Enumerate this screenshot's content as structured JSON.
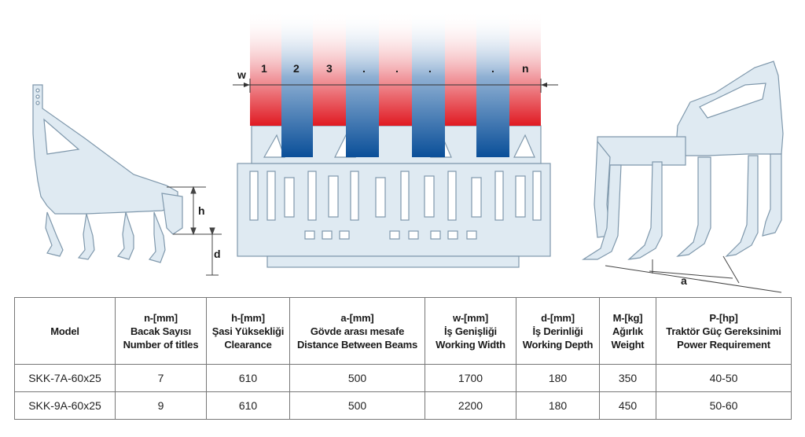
{
  "diagram": {
    "labels": {
      "w": "w",
      "h": "h",
      "d": "d",
      "a": "a",
      "row_numbers": [
        "1",
        "2",
        "3",
        ".",
        ".",
        ".",
        ".",
        "n"
      ]
    },
    "colors": {
      "frame_fill": "#dfeaf2",
      "frame_stroke": "#7f98ac",
      "red_accent": "#e01a22",
      "blue_accent": "#0a4f99"
    }
  },
  "table": {
    "columns": [
      {
        "lines": [
          "Model"
        ]
      },
      {
        "lines": [
          "n-[mm]",
          "Bacak Sayısı",
          "Number of titles"
        ]
      },
      {
        "lines": [
          "h-[mm]",
          "Şasi Yüksekliği",
          "Clearance"
        ]
      },
      {
        "lines": [
          "a-[mm]",
          "Gövde arası mesafe",
          "Distance Between Beams"
        ]
      },
      {
        "lines": [
          "w-[mm]",
          "İş Genişliği",
          "Working  Width"
        ]
      },
      {
        "lines": [
          "d-[mm]",
          "İş Derinliği",
          "Working Depth"
        ]
      },
      {
        "lines": [
          "M-[kg]",
          "Ağırlık",
          "Weight"
        ]
      },
      {
        "lines": [
          "P-[hp]",
          "Traktör Güç Gereksinimi",
          "Power Requirement"
        ]
      }
    ],
    "rows": [
      [
        "SKK-7A-60x25",
        "7",
        "610",
        "500",
        "1700",
        "180",
        "350",
        "40-50"
      ],
      [
        "SKK-9A-60x25",
        "9",
        "610",
        "500",
        "2200",
        "180",
        "450",
        "50-60"
      ]
    ]
  }
}
